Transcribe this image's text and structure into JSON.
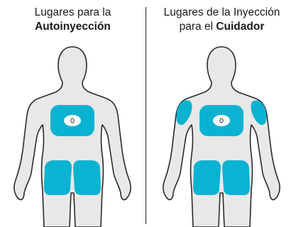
{
  "panels": [
    {
      "heading_line1": "Lugares para la",
      "heading_bold": "Autoinyección"
    },
    {
      "heading_line1": "Lugares de la Inyección",
      "heading_prefix": "para el ",
      "heading_bold": "Cuidador"
    }
  ],
  "colors": {
    "body_fill": "#e8e8e8",
    "body_outline": "#2b2b2b",
    "site_fill": "#0ab3d1",
    "navel_fill": "#ffffff"
  }
}
